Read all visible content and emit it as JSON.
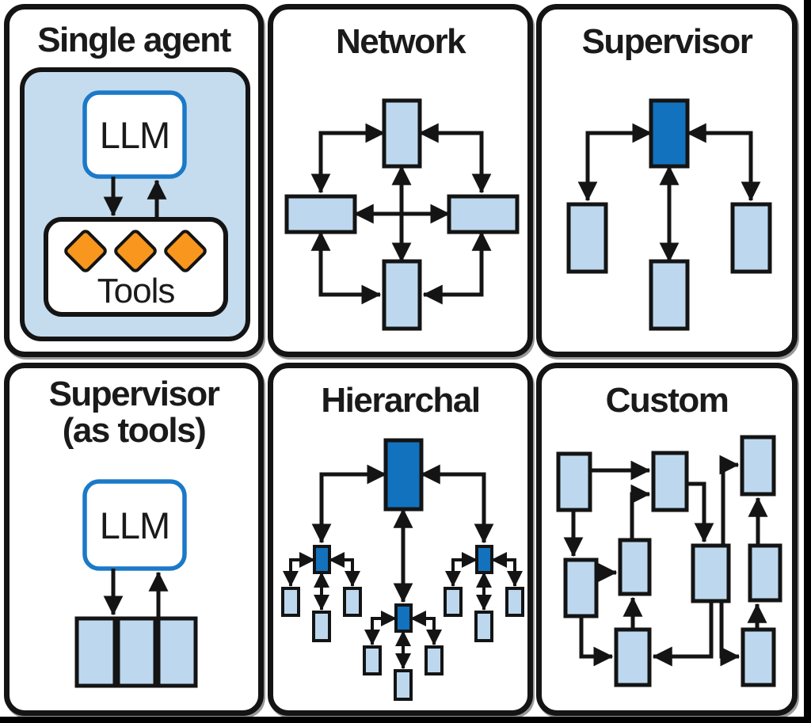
{
  "colors": {
    "node_light": "#BDD8EE",
    "node_dark": "#1272BE",
    "llm_border": "#1B79C8",
    "tool_orange": "#F8961D",
    "container_blue": "#C5DCEE",
    "ink": "#141414",
    "panel_bg": "#FFFFFF"
  },
  "panels": [
    {
      "id": "single-agent",
      "title": "Single agent",
      "labels": {
        "llm": "LLM",
        "tools": "Tools"
      },
      "tool_count": 3
    },
    {
      "id": "network",
      "title": "Network",
      "agent_count": 4
    },
    {
      "id": "supervisor",
      "title": "Supervisor",
      "supervisor_count": 1,
      "agent_count": 3
    },
    {
      "id": "supervisor-as-tools",
      "title": "Supervisor",
      "subtitle": "(as tools)",
      "labels": {
        "llm": "LLM"
      },
      "agent_count": 3
    },
    {
      "id": "hierarchal",
      "title": "Hierarchal",
      "supervisor_count": 4,
      "agent_count": 9
    },
    {
      "id": "custom",
      "title": "Custom",
      "agent_count": 9
    }
  ]
}
